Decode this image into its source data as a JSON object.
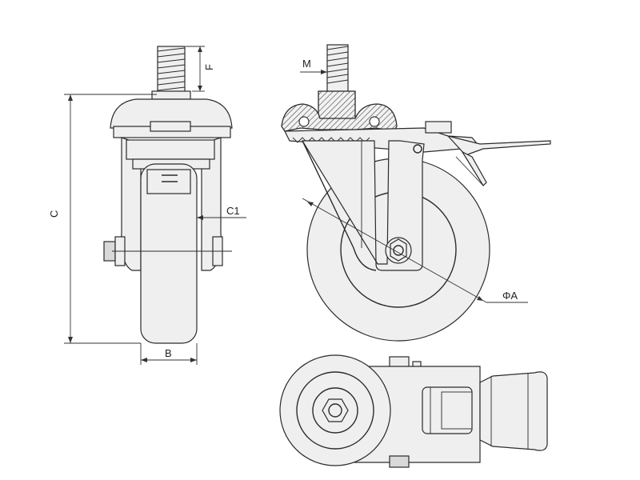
{
  "labels": {
    "c": "C",
    "f": "F",
    "c1": "C1",
    "b": "B",
    "m": "M",
    "phi_a": "ΦA"
  }
}
